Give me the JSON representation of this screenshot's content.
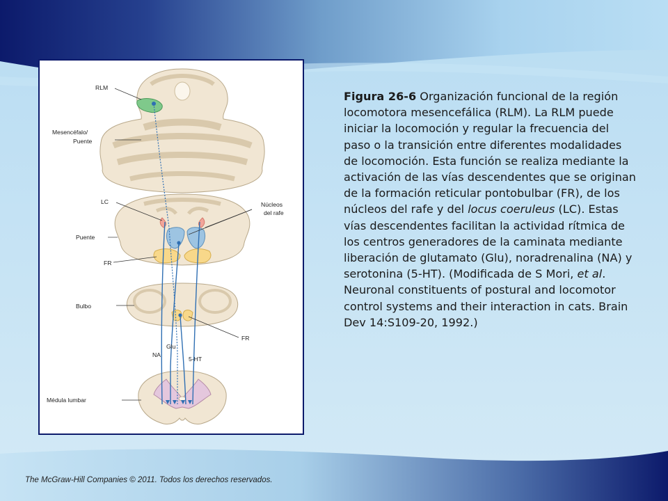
{
  "slide": {
    "caption": {
      "figure_number": "Figura 26-6",
      "part1": " Organización funcional de la región locomotora mesencefálica (RLM). La RLM puede iniciar la locomoción y regular la frecuencia del paso o la transición entre diferentes modalidades de locomoción. Esta función se realiza mediante la  activación de las vías descendentes que se originan de la formación reticular pontobulbar (FR), de los núcleos del rafe y del ",
      "locus_italic": "locus coeruleus",
      "part2": " (LC). Estas vías  descendentes facilitan la actividad rítmica de los centros generadores de la caminata mediante liberación de glutamato (Glu), noradrenalina (NA) y serotonina (5-HT). (Modificada de S Mori, ",
      "et_al_italic": "et al",
      "part3": ". Neuronal constituents of postural and locomotor control  systems and their interaction in cats. Brain Dev 14:S109-20, 1992.)"
    },
    "footer": "The McGraw-Hill  Companies © 2011. Todos los derechos reservados.",
    "figure_labels": {
      "rlm": "RLM",
      "mesencefalo": "Mesencéfalo/",
      "puente_upper": "Puente",
      "lc": "LC",
      "nucleos": "Núcleos",
      "del_rafe": "del rafe",
      "puente": "Puente",
      "fr_left": "FR",
      "bulbo": "Bulbo",
      "fr_right": "FR",
      "glu": "Glu",
      "na": "NA",
      "ht5": "5-HT",
      "medula": "Médula lumbar"
    },
    "colors": {
      "background_light": "#cfe6f4",
      "background_dark": "#0c1a6b",
      "tissue": "#f1e6d3",
      "rlm_green": "#7fc98b",
      "fr_yellow": "#f8d88a",
      "raphe_blue": "#9dc4e2",
      "lc_pink": "#f2a59a",
      "pathway_blue": "#2f6fb3"
    }
  }
}
